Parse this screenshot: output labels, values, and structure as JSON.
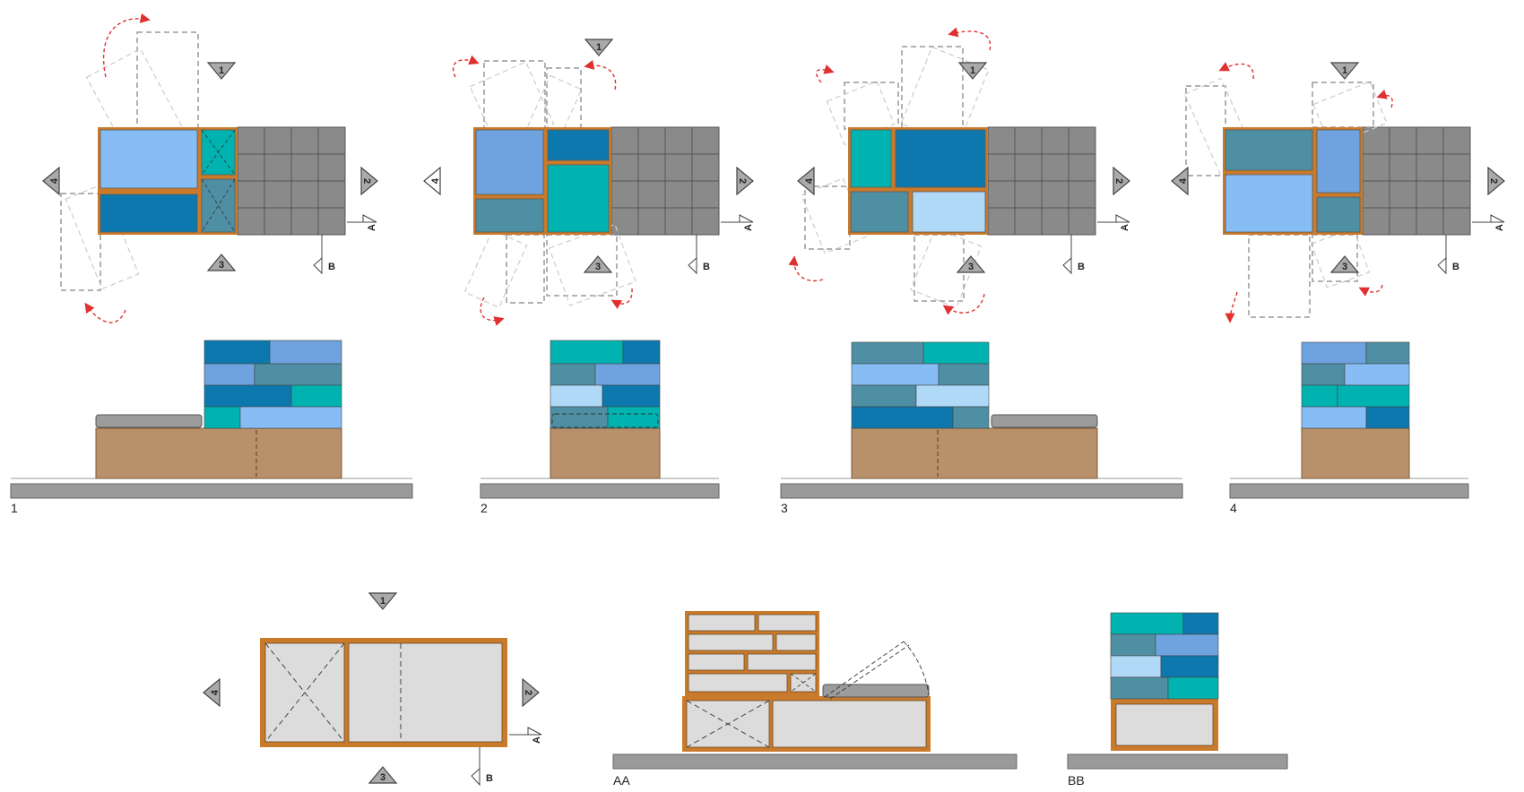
{
  "views": [
    {
      "label": "1",
      "plan_tag": "1"
    },
    {
      "label": "2",
      "plan_tag": "2"
    },
    {
      "label": "3",
      "plan_tag": "3"
    },
    {
      "label": "4",
      "plan_tag": "4"
    }
  ],
  "elevation_markers": [
    "1",
    "2",
    "3",
    "4"
  ],
  "section_markers": [
    "A",
    "B"
  ],
  "sections": [
    {
      "label": "AA"
    },
    {
      "label": "BB"
    }
  ],
  "colors": {
    "light_blue": "#86bdf5",
    "mid_blue": "#6ea3e0",
    "dark_blue": "#0c78ad",
    "teal": "#00b3b0",
    "slate_teal": "#4f8fa3",
    "pale_blue": "#b0d9f8",
    "tile_grey": "#8a8a8a",
    "wood": "#b8916a",
    "frame_orange": "#c97a2a",
    "ground_grey": "#9a9a9a",
    "cushion_grey": "#9c9c9c",
    "arrow_red": "#e03030",
    "light_grey": "#dcdcdc"
  }
}
